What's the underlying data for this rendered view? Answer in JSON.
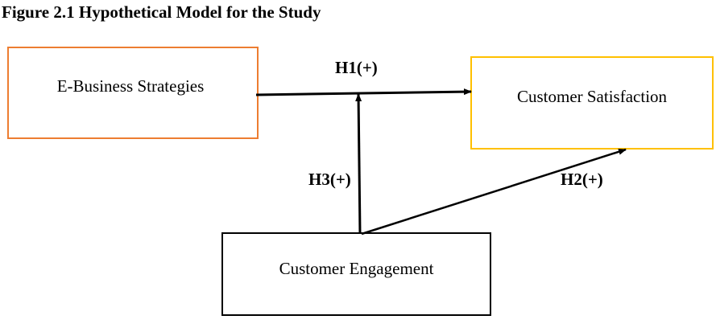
{
  "figure": {
    "title": "Figure 2.1 Hypothetical Model for the Study"
  },
  "nodes": {
    "ebusiness": {
      "label": "E-Business Strategies",
      "border_color": "#ed7d31"
    },
    "satisfaction": {
      "label": "Customer Satisfaction",
      "border_color": "#ffc000"
    },
    "engagement": {
      "label": "Customer Engagement",
      "border_color": "#000000"
    }
  },
  "edges": [
    {
      "id": "h1",
      "label": "H1(+)",
      "from": "E-Business Strategies",
      "to": "Customer Satisfaction"
    },
    {
      "id": "h2",
      "label": "H2(+)",
      "from": "Customer Engagement",
      "to": "Customer Satisfaction"
    },
    {
      "id": "h3",
      "label": "H3(+)",
      "from": "Customer Engagement",
      "to": "H1(+)"
    }
  ],
  "colors": {
    "arrow": "#000000",
    "text": "#000000",
    "background": "#ffffff"
  }
}
